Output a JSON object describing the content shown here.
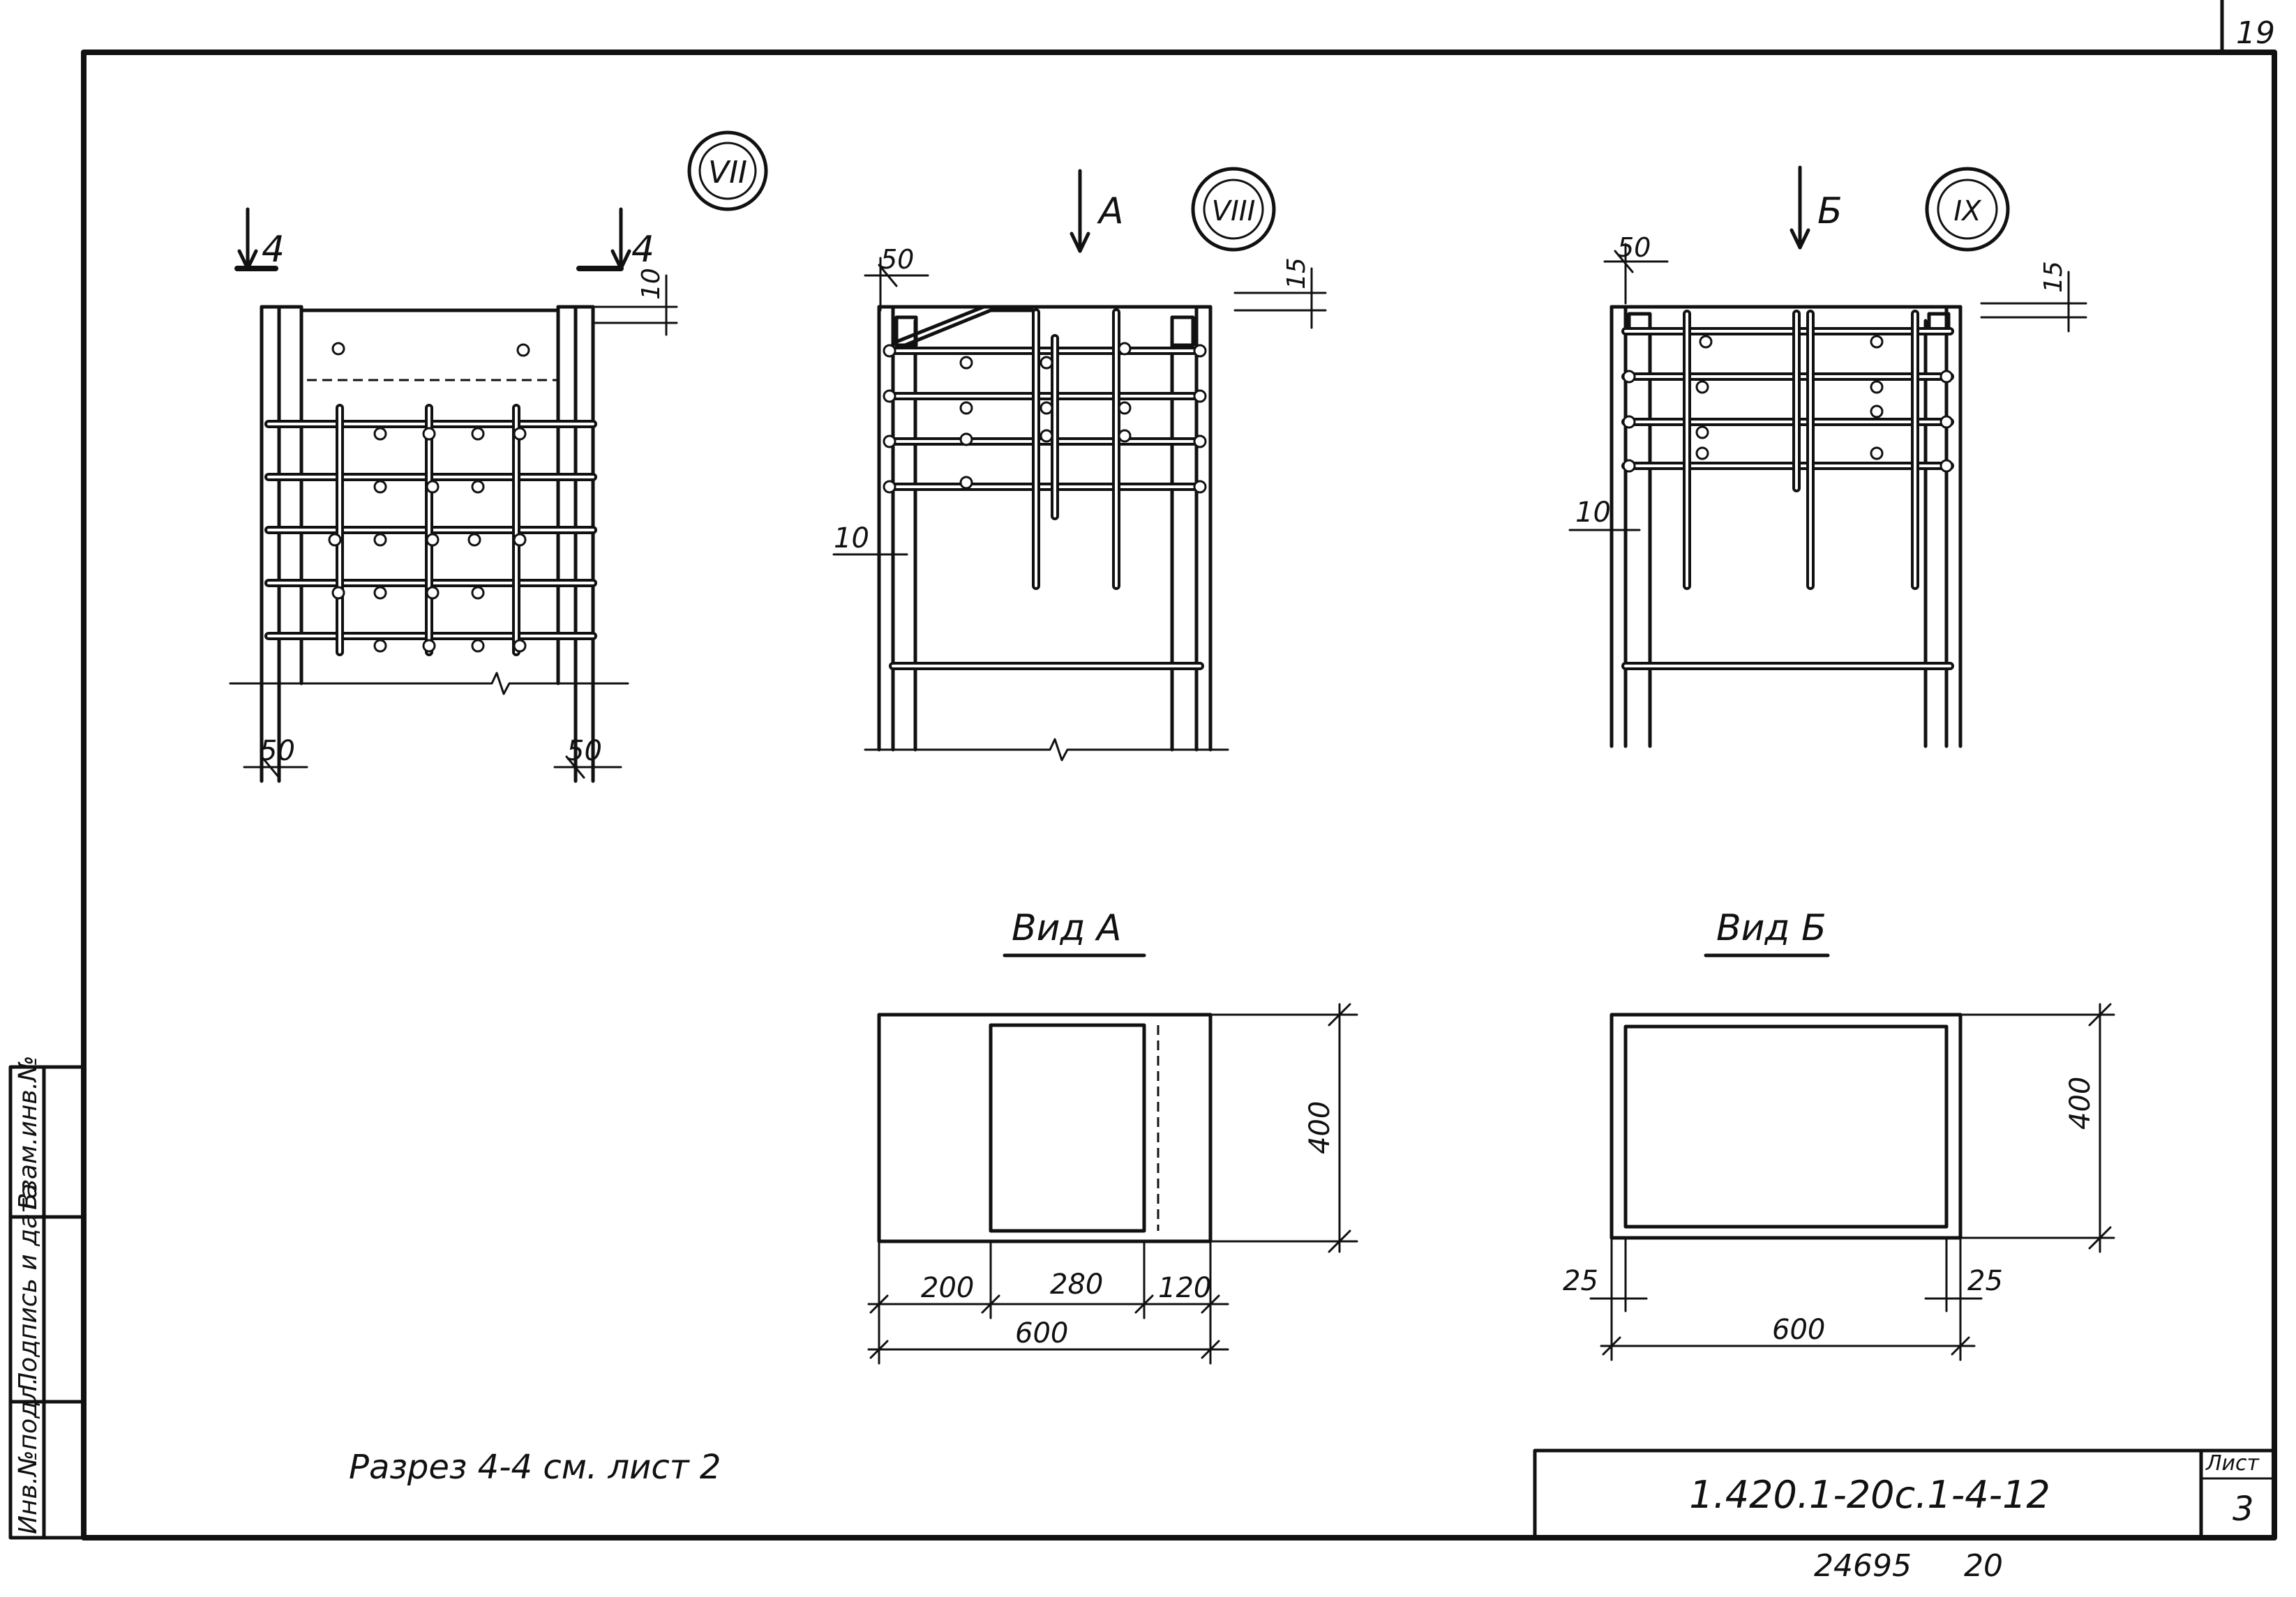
{
  "sheet": {
    "page_number": "19",
    "sheet_label": "Лист",
    "sheet_number": "3",
    "document_code": "1.420.1-20с.1-4-12",
    "archive_number": "24695",
    "archive_number_2": "20",
    "note": "Разрез 4-4 см. лист 2",
    "side_stamp": [
      "Инв.№подл.",
      "Подпись и дата",
      "Взам.инв.№"
    ]
  },
  "nodes": {
    "node7": {
      "marker": "VII",
      "section_mark_left": "4",
      "section_mark_right": "4",
      "dim_top": "10",
      "dim_bottom_left": "50",
      "dim_bottom_right": "50"
    },
    "node8": {
      "marker": "VIII",
      "view_arrow": "А",
      "dim_top_left": "50",
      "dim_top_right": "15",
      "dim_left": "10"
    },
    "node9": {
      "marker": "IX",
      "view_arrow": "Б",
      "dim_top_left": "50",
      "dim_top_right": "15",
      "dim_left": "10"
    }
  },
  "views": {
    "view_a": {
      "title": "Вид А",
      "dim_height": "400",
      "dims_bottom": [
        "200",
        "280",
        "120"
      ],
      "dim_total": "600"
    },
    "view_b": {
      "title": "Вид Б",
      "dim_height": "400",
      "dim_left": "25",
      "dim_right": "25",
      "dim_total": "600"
    }
  }
}
